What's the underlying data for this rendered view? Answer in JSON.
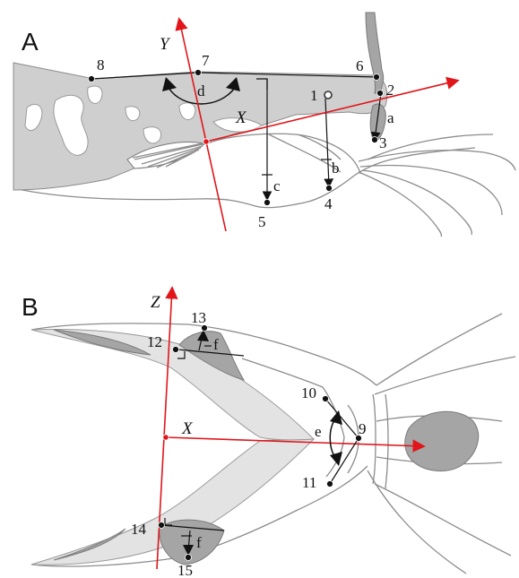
{
  "panels": {
    "a": {
      "label": "A",
      "axes": {
        "y": "Y",
        "x": "X"
      },
      "landmarks": [
        "1",
        "2",
        "3",
        "4",
        "5",
        "6",
        "7",
        "8"
      ],
      "measurements": [
        "a",
        "b",
        "c",
        "d"
      ]
    },
    "b": {
      "label": "B",
      "axes": {
        "z": "Z",
        "x": "X"
      },
      "landmarks": [
        "9",
        "10",
        "11",
        "12",
        "13",
        "14",
        "15"
      ],
      "measurements": [
        "e",
        "f",
        "f"
      ]
    }
  },
  "colors": {
    "axis": "#e0161b",
    "fill_mid": "#cfcfcf",
    "fill_light": "#e3e3e3",
    "fill_dark": "#a5a5a5",
    "outline": "#8c8c8c"
  }
}
